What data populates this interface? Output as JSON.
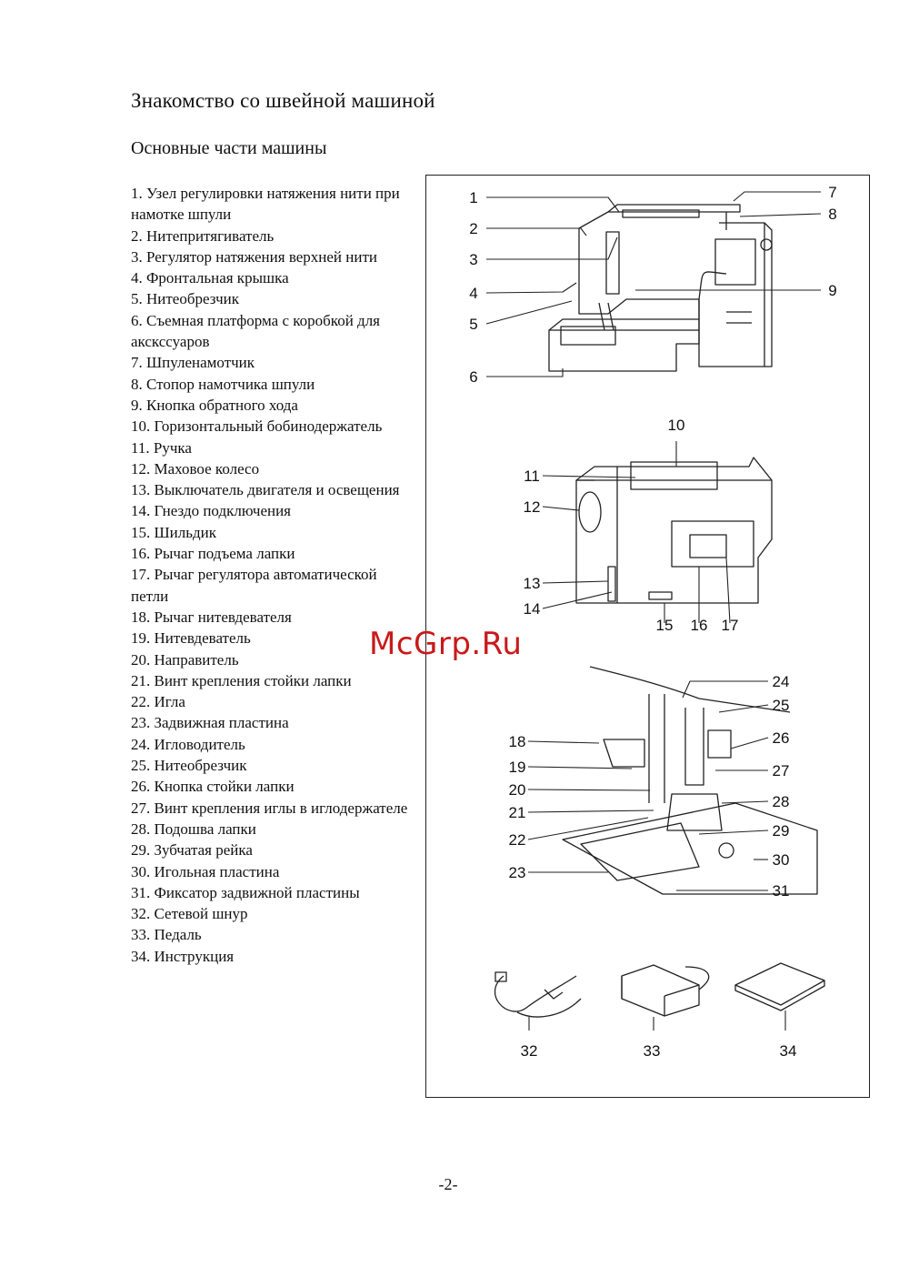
{
  "title": "Знакомство со швейной машиной",
  "subtitle": "Основные части машины",
  "parts": [
    "1. Узел регулировки натяжения нити при намотке шпули",
    "2. Нитепритягиватель",
    "3. Регулятор натяжения верхней нити",
    "4. Фронтальная крышка",
    "5. Нитеобрезчик",
    "6. Съемная платформа с коробкой для акскссуаров",
    "7. Шпуленамотчик",
    "8. Стопор намотчика шпули",
    "9. Кнопка обратного хода",
    "10. Горизонтальный бобинодержатель",
    "11. Ручка",
    "12. Маховое колесо",
    "13. Выключатель двигателя и освещения",
    "14. Гнездо подключения",
    "15. Шильдик",
    "16. Рычаг подъема лапки",
    "17. Рычаг регулятора автоматической петли",
    "18. Рычаг нитевдевателя",
    "19. Нитевдеватель",
    "20. Направитель",
    "21. Винт крепления стойки лапки",
    "22. Игла",
    "23. Задвижная пластина",
    "24. Игловодитель",
    "25. Нитеобрезчик",
    "26. Кнопка стойки лапки",
    "27. Винт крепления иглы в иглодержателе",
    "28. Подошва лапки",
    "29. Зубчатая рейка",
    "30. Игольная пластина",
    "31. Фиксатор задвижной пластины",
    "32. Сетевой шнур",
    "33. Педаль",
    "34. Инструкция"
  ],
  "callouts": [
    "1",
    "2",
    "3",
    "4",
    "5",
    "6",
    "7",
    "8",
    "9",
    "10",
    "11",
    "12",
    "13",
    "14",
    "15",
    "16",
    "17",
    "18",
    "19",
    "20",
    "21",
    "22",
    "23",
    "24",
    "25",
    "26",
    "27",
    "28",
    "29",
    "30",
    "31",
    "32",
    "33",
    "34"
  ],
  "watermark": "McGrp.Ru",
  "page_number": "-2-"
}
